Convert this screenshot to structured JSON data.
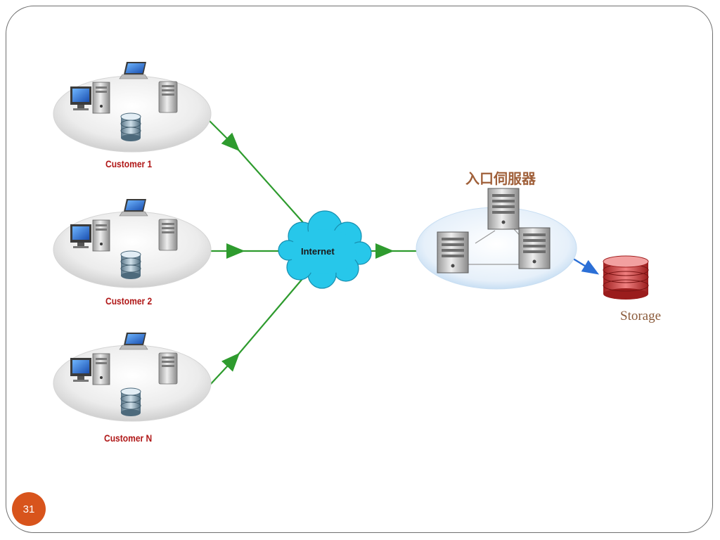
{
  "slide": {
    "page_number": "31"
  },
  "diagram": {
    "customers": [
      {
        "label": "Customer 1"
      },
      {
        "label": "Customer 2"
      },
      {
        "label": "Customer N"
      }
    ],
    "cloud": {
      "label": "Internet"
    },
    "gateway": {
      "title": "入口伺服器"
    },
    "storage": {
      "label": "Storage"
    },
    "colors": {
      "arrow_green": "#2e9b2e",
      "arrow_blue": "#2b6fd6",
      "customer_label": "#b01818",
      "gateway_title": "#a0603a",
      "storage_label": "#8a5a3a",
      "cloud_fill": "#27c7ea",
      "storage_fill": "#d84646",
      "page_badge": "#d8541c"
    }
  }
}
